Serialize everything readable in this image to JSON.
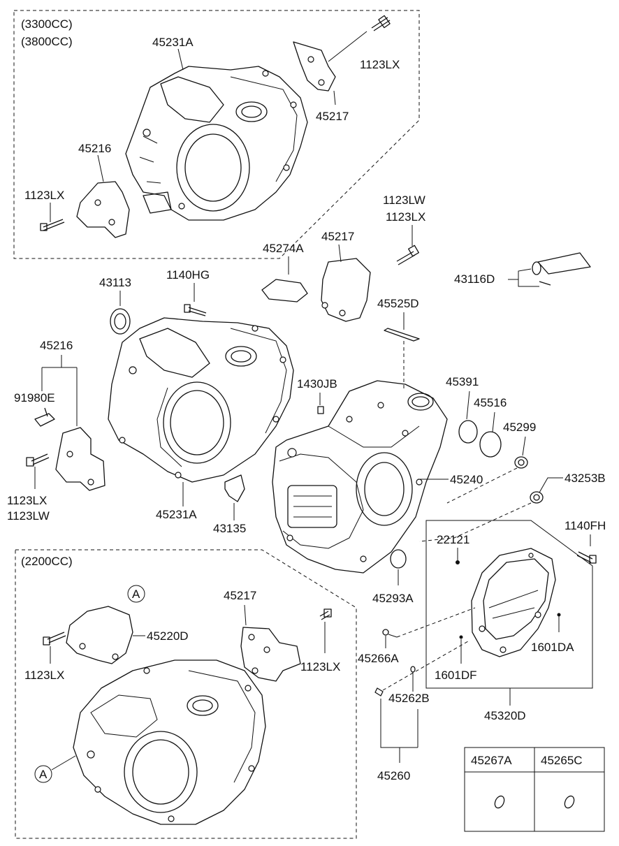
{
  "group_3300": {
    "variant_a": "(3300CC)",
    "variant_b": "(3800CC)"
  },
  "group_2200": {
    "variant": "(2200CC)"
  },
  "callout_letter": "A",
  "labels": {
    "p45231A_top": "45231A",
    "p1123LX_top_right": "1123LX",
    "p45217_top": "45217",
    "p45216_top": "45216",
    "p1123LX_top_left": "1123LX",
    "p1123LW_mid": "1123LW",
    "p1123LX_mid": "1123LX",
    "p45274A": "45274A",
    "p45217_mid": "45217",
    "p43116D": "43116D",
    "p43113": "43113",
    "p1140HG": "1140HG",
    "p45525D": "45525D",
    "p45216_mid": "45216",
    "p91980E": "91980E",
    "p1430JB": "1430JB",
    "p45391": "45391",
    "p45516": "45516",
    "p45299": "45299",
    "p43253B": "43253B",
    "p45240": "45240",
    "p1123LX_left": "1123LX",
    "p1123LW_left": "1123LW",
    "p45231A_mid": "45231A",
    "p43135": "43135",
    "p1140FH": "1140FH",
    "p22121": "22121",
    "p45293A": "45293A",
    "p45217_low": "45217",
    "p45220D": "45220D",
    "p1123LX_low_left": "1123LX",
    "p1123LX_low_right": "1123LX",
    "p45266A": "45266A",
    "p1601DA": "1601DA",
    "p1601DF": "1601DF",
    "p45262B": "45262B",
    "p45320D": "45320D",
    "p45260": "45260"
  },
  "parts_table": {
    "headers": [
      "45267A",
      "45265C"
    ]
  }
}
